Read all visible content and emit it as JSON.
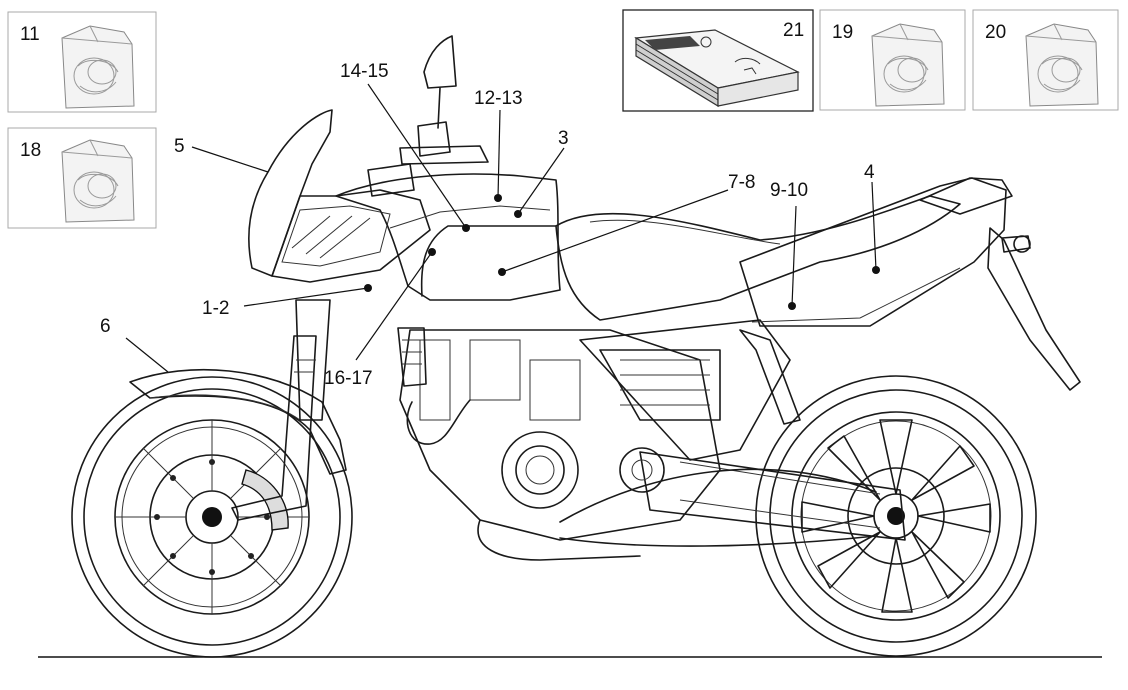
{
  "diagram": {
    "kits": [
      {
        "id": "kit-11",
        "number": "11",
        "icon": "decal-kit-bag-icon"
      },
      {
        "id": "kit-18",
        "number": "18",
        "icon": "decal-kit-bag-icon"
      },
      {
        "id": "kit-21",
        "number": "21",
        "icon": "manual-book-icon"
      },
      {
        "id": "kit-19",
        "number": "19",
        "icon": "decal-kit-bag-icon"
      },
      {
        "id": "kit-20",
        "number": "20",
        "icon": "decal-kit-bag-icon"
      }
    ],
    "callouts": {
      "c5": "5",
      "c14_15": "14-15",
      "c12_13": "12-13",
      "c3": "3",
      "c7_8": "7-8",
      "c9_10": "9-10",
      "c4": "4",
      "c1_2": "1-2",
      "c6": "6",
      "c16_17": "16-17"
    }
  }
}
